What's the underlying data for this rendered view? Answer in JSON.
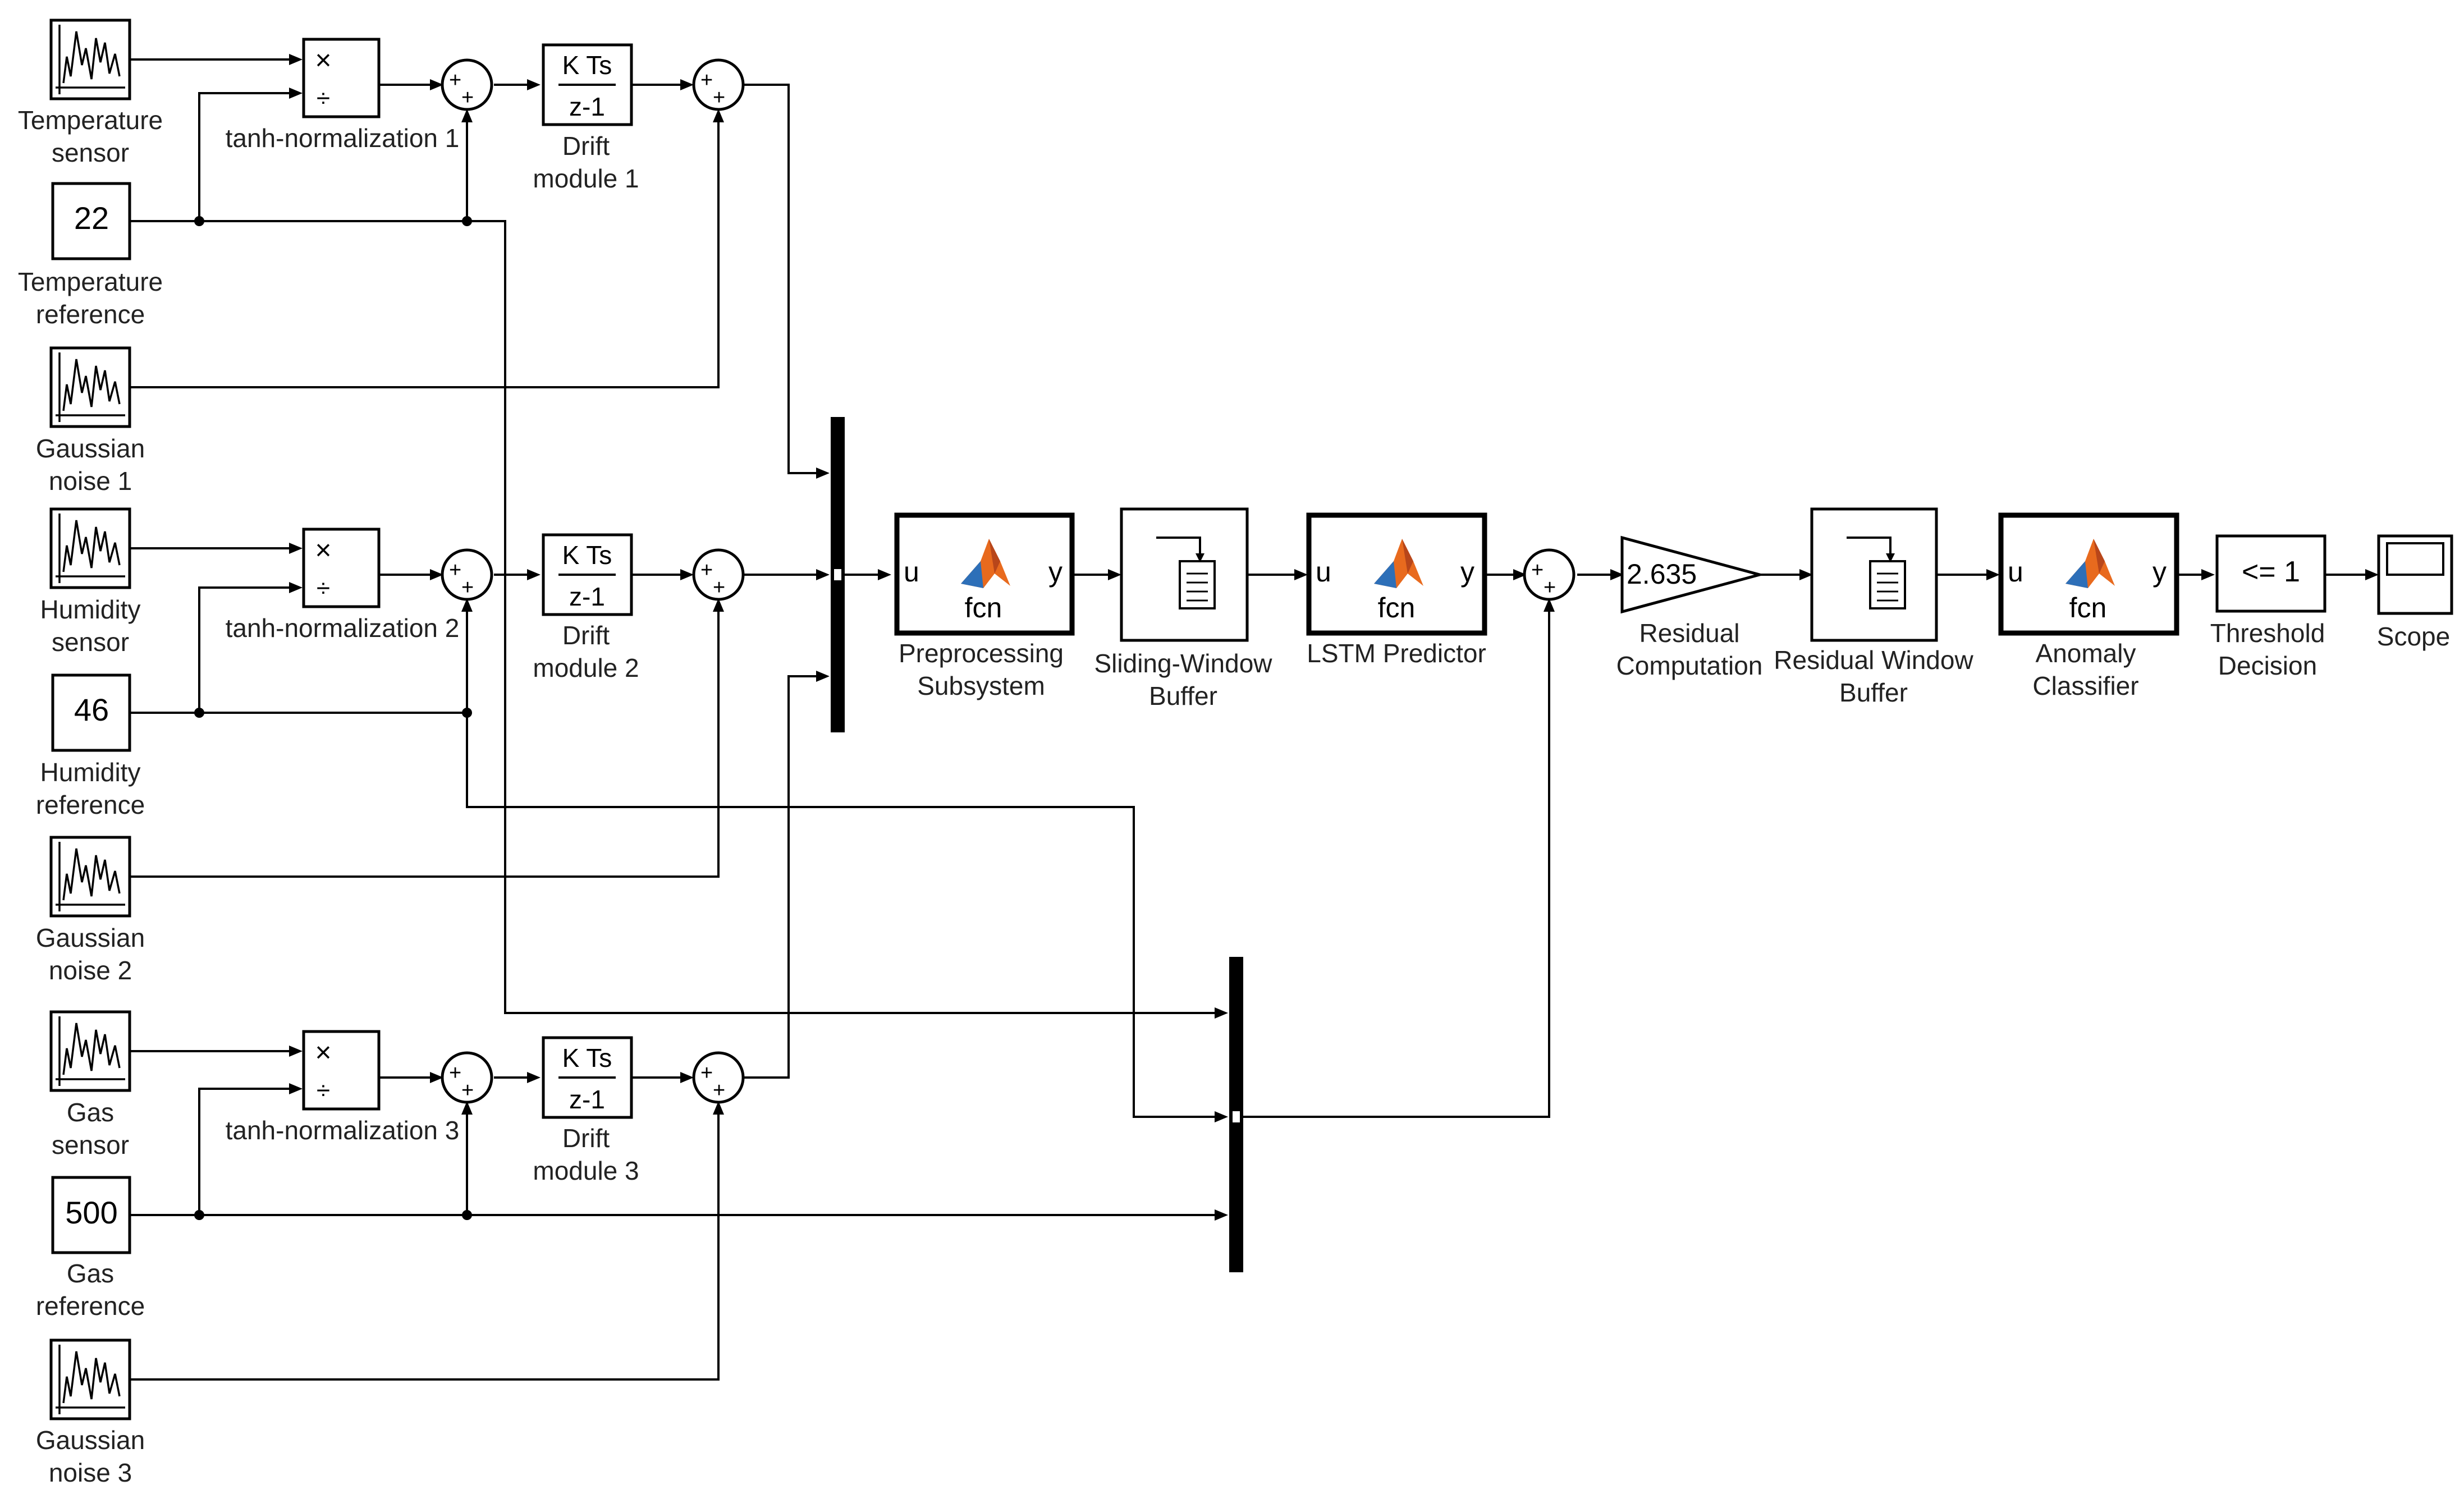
{
  "sources": {
    "temp_sensor": [
      "Temperature",
      "sensor"
    ],
    "temp_ref": [
      "Temperature",
      "reference"
    ],
    "noise1": [
      "Gaussian",
      "noise 1"
    ],
    "hum_sensor": [
      "Humidity",
      "sensor"
    ],
    "hum_ref": [
      "Humidity",
      "reference"
    ],
    "noise2": [
      "Gaussian",
      "noise 2"
    ],
    "gas_sensor": [
      "Gas",
      "sensor"
    ],
    "gas_ref": [
      "Gas",
      "reference"
    ],
    "noise3": [
      "Gaussian",
      "noise 3"
    ]
  },
  "constants": {
    "temp": "22",
    "hum": "46",
    "gas": "500"
  },
  "normalization": {
    "n1": "tanh-normalization 1",
    "n2": "tanh-normalization 2",
    "n3": "tanh-normalization 3",
    "mul_symbol": "×",
    "div_symbol": "÷"
  },
  "drift": {
    "numerator": "K Ts",
    "denominator": "z-1",
    "m1": [
      "Drift",
      "module 1"
    ],
    "m2": [
      "Drift",
      "module 2"
    ],
    "m3": [
      "Drift",
      "module 3"
    ]
  },
  "sum": {
    "plus": "+"
  },
  "fcn": {
    "in": "u",
    "out": "y",
    "name": "fcn"
  },
  "blocks": {
    "preprocessing": [
      "Preprocessing",
      "Subsystem"
    ],
    "sliding_buffer": [
      "Sliding-Window",
      "Buffer"
    ],
    "lstm": "LSTM Predictor",
    "gain_value": "2.635",
    "residual": [
      "Residual",
      "Computation"
    ],
    "residual_buffer": [
      "Residual Window",
      "Buffer"
    ],
    "anomaly": [
      "Anomaly",
      "Classifier"
    ],
    "threshold_value": "<= 1",
    "threshold": [
      "Threshold",
      "Decision"
    ],
    "scope": "Scope"
  },
  "colors": {
    "matlab_orange": "#e86a1e",
    "matlab_blue": "#2d6fb8",
    "wire": "#000000"
  }
}
